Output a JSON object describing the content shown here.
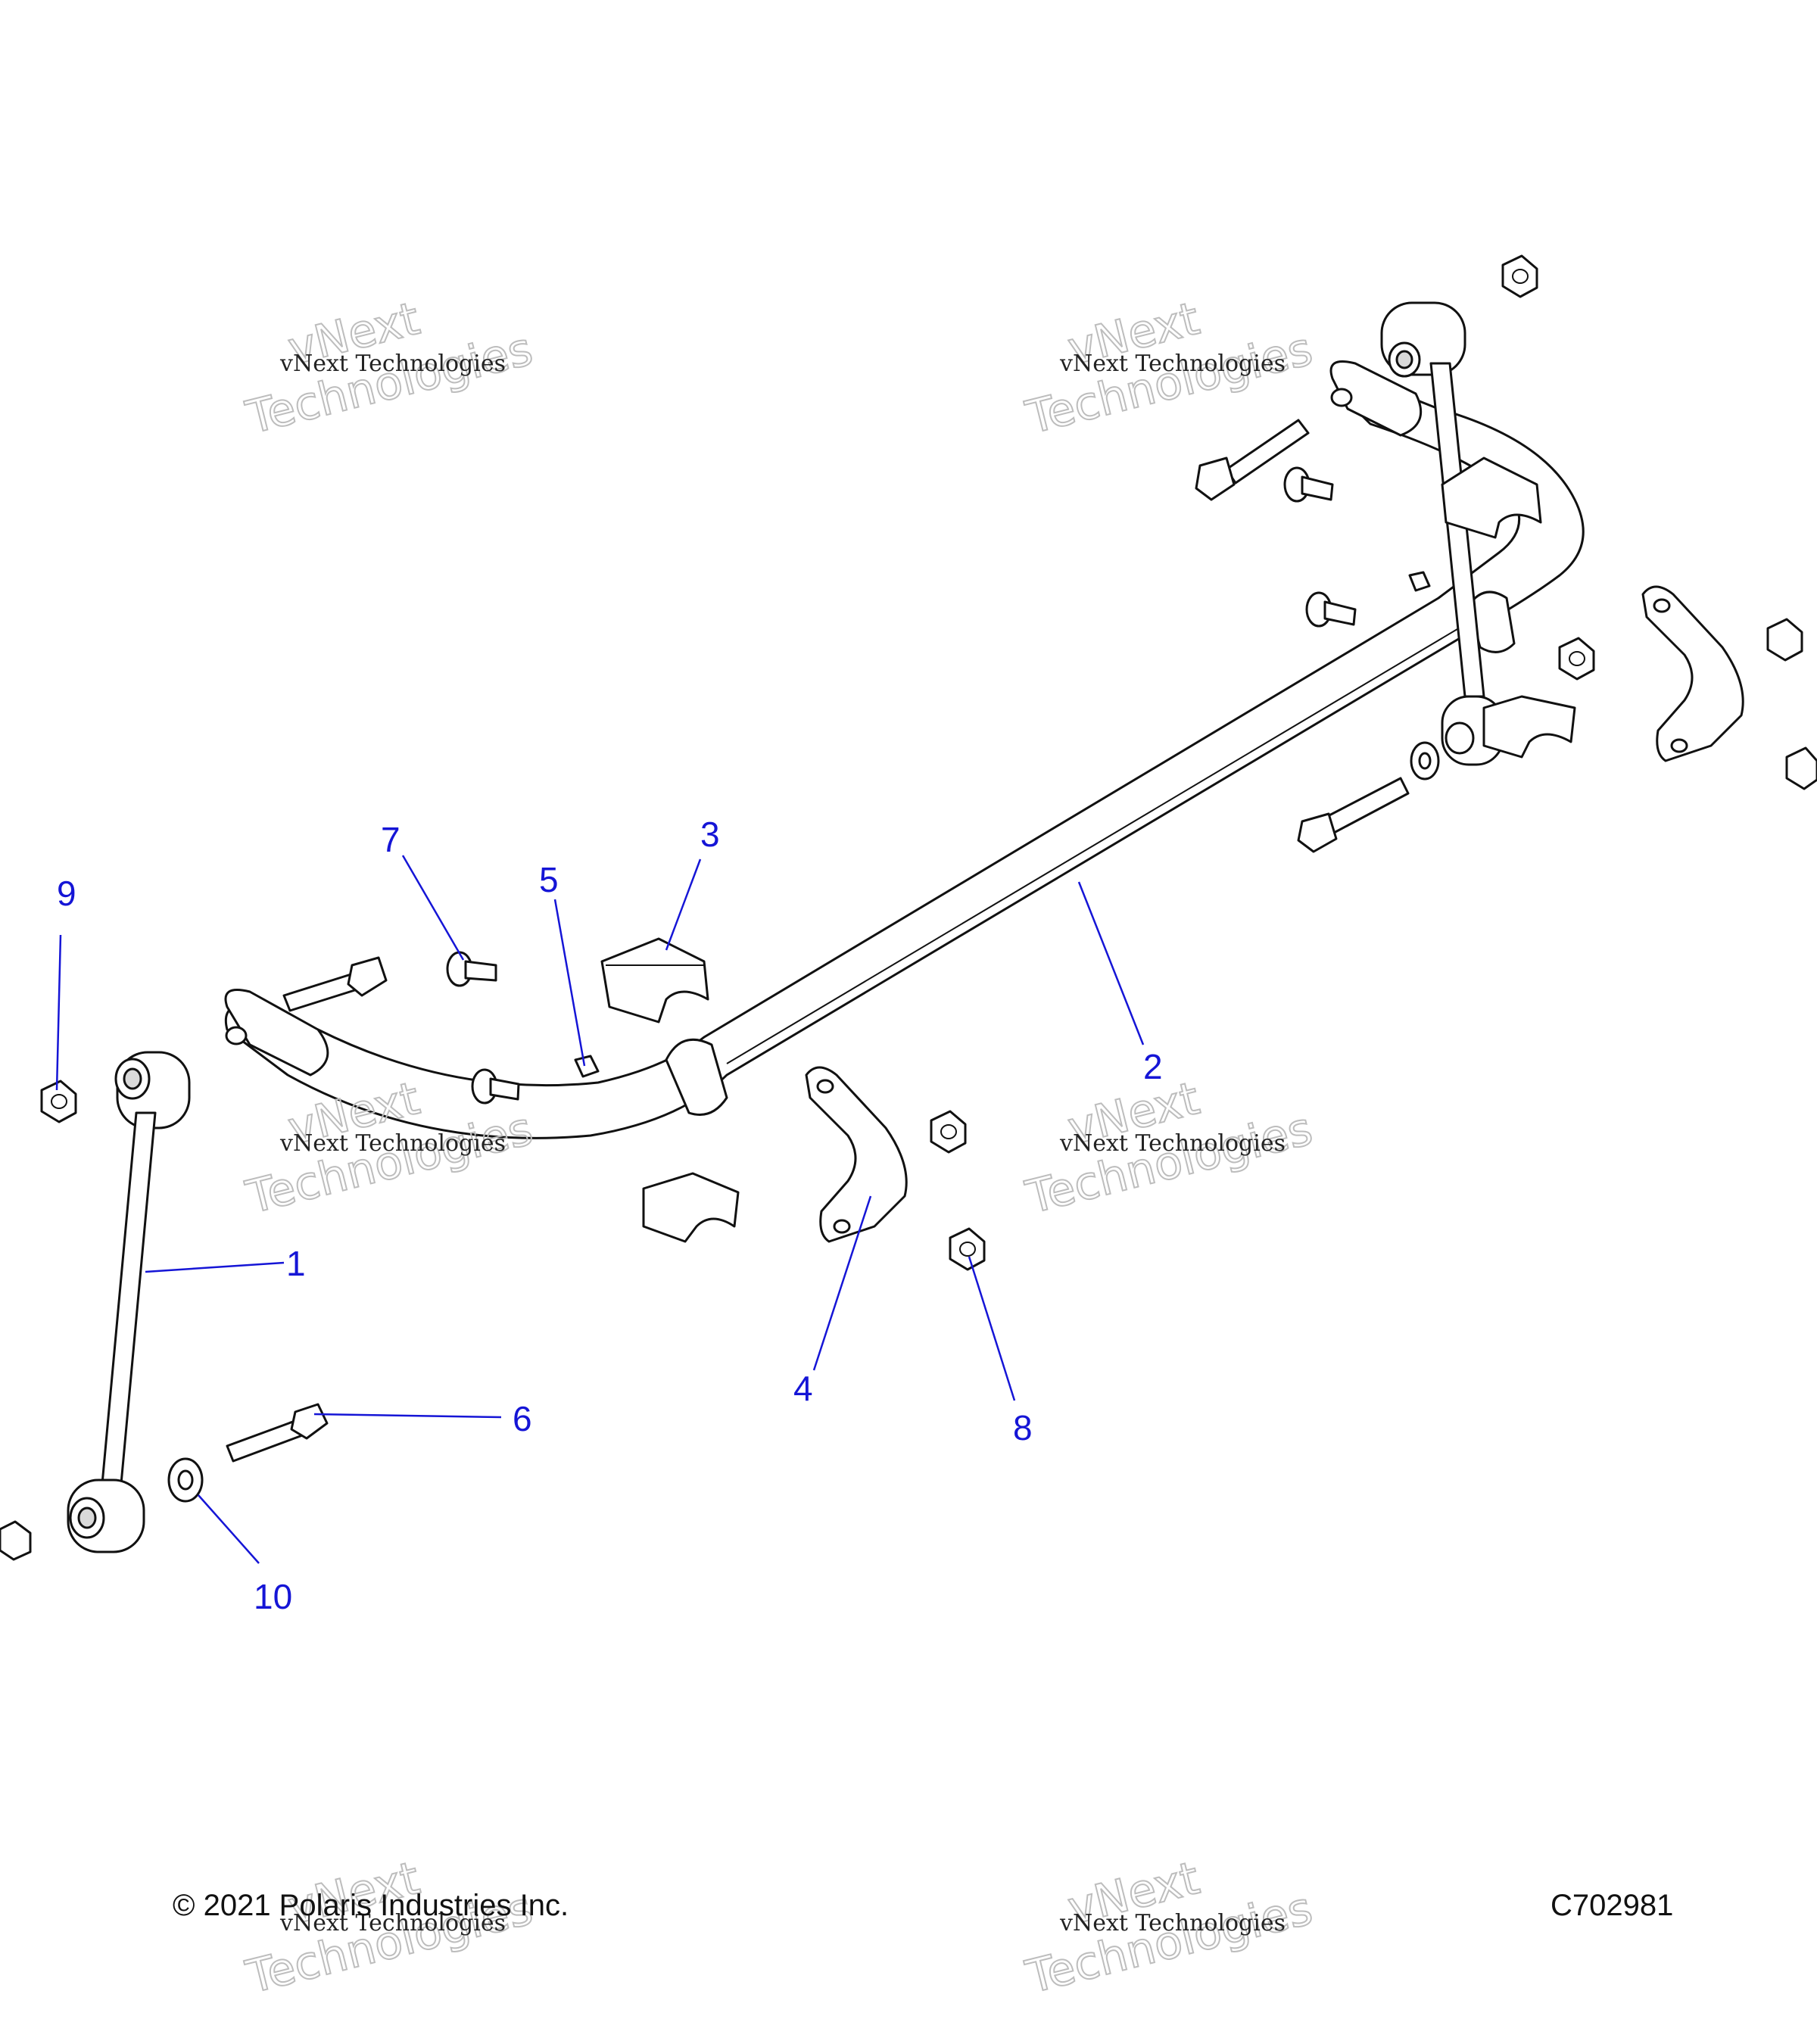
{
  "callouts": [
    "1",
    "2",
    "3",
    "4",
    "5",
    "6",
    "7",
    "8",
    "9",
    "10"
  ],
  "watermark": {
    "line1": "vNext Technologies",
    "line2a": "vNext",
    "line2b": "Technologies"
  },
  "footer": {
    "copyright": "© 2021 Polaris Industries Inc.",
    "code": "C702981"
  }
}
